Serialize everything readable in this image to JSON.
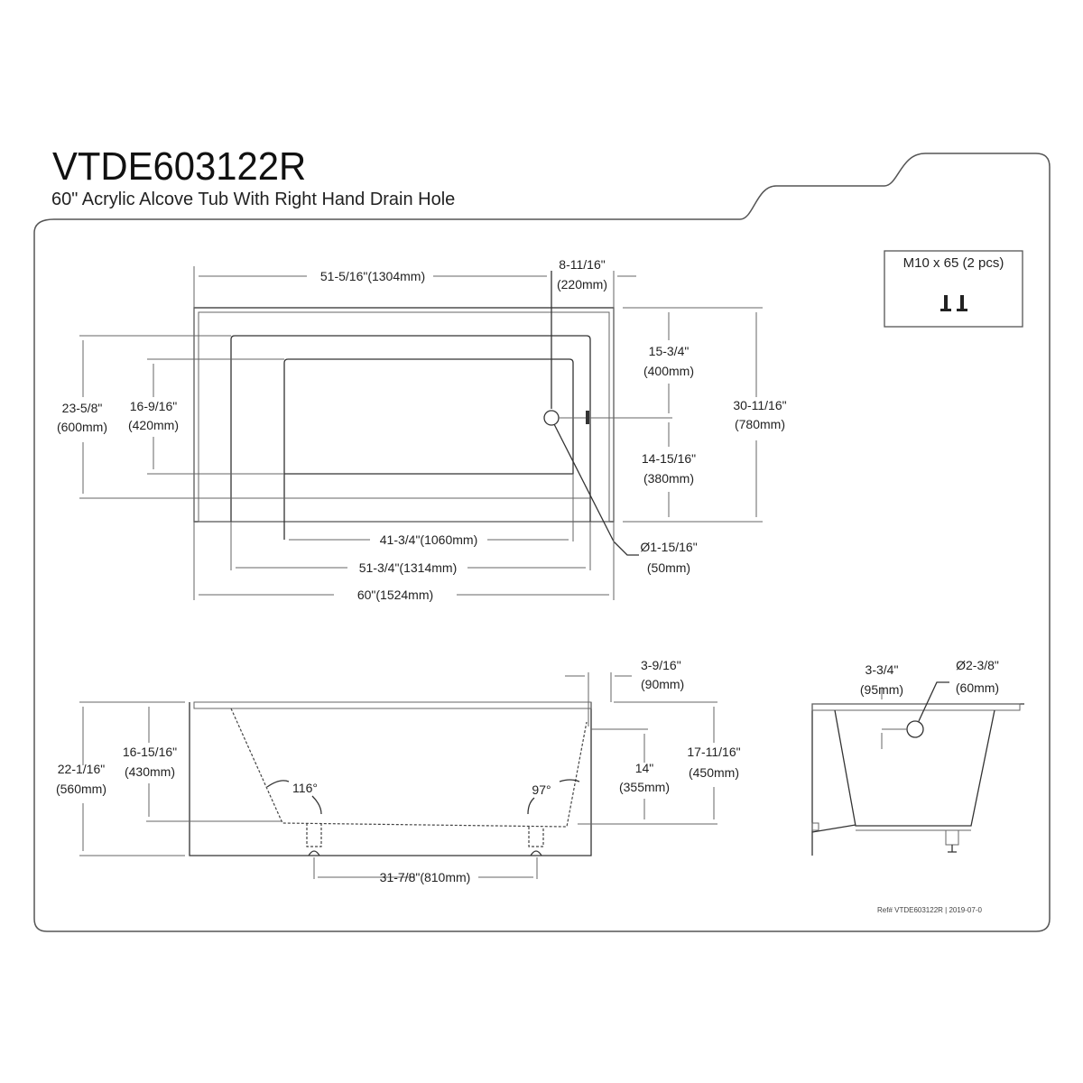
{
  "header": {
    "model": "VTDE603122R",
    "description": "60\" Acrylic Alcove Tub With Right Hand Drain Hole"
  },
  "hardware_box": {
    "label": "M10 x 65 (2 pcs)",
    "icon": "leveling-bolt-icon"
  },
  "top_view": {
    "dims": {
      "overall_length": "60\"(1524mm)",
      "inner_length": "51-3/4\"(1314mm)",
      "floor_length": "41-3/4\"(1060mm)",
      "drain_to_left": "51-5/16\"(1304mm)",
      "drain_to_right_in": "8-11/16\"",
      "drain_to_right_mm": "(220mm)",
      "outer_width_in": "23-5/8\"",
      "outer_width_mm": "(600mm)",
      "floor_width_in": "16-9/16\"",
      "floor_width_mm": "(420mm)",
      "drain_from_top_in": "15-3/4\"",
      "drain_from_top_mm": "(400mm)",
      "drain_from_bottom_in": "14-15/16\"",
      "drain_from_bottom_mm": "(380mm)",
      "overall_width_in": "30-11/16\"",
      "overall_width_mm": "(780mm)",
      "drain_diameter_in": "Ø1-15/16\"",
      "drain_diameter_mm": "(50mm)"
    }
  },
  "front_view": {
    "dims": {
      "overall_height_in": "22-1/16\"",
      "overall_height_mm": "(560mm)",
      "inner_depth_in": "16-15/16\"",
      "inner_depth_mm": "(430mm)",
      "left_angle": "116°",
      "right_angle": "97°",
      "feet_spacing": "31-7/8\"(810mm)",
      "rim_offset_in": "3-9/16\"",
      "rim_offset_mm": "(90mm)",
      "overflow_height_in": "14\"",
      "overflow_height_mm": "(355mm)",
      "water_depth_in": "17-11/16\"",
      "water_depth_mm": "(450mm)"
    }
  },
  "side_view": {
    "dims": {
      "overflow_from_rim_in": "3-3/4\"",
      "overflow_from_rim_mm": "(95mm)",
      "overflow_diameter_in": "Ø2-3/8\"",
      "overflow_diameter_mm": "(60mm)"
    }
  },
  "footer": {
    "reference": "Ref# VTDE603122R | 2019-07-0"
  }
}
